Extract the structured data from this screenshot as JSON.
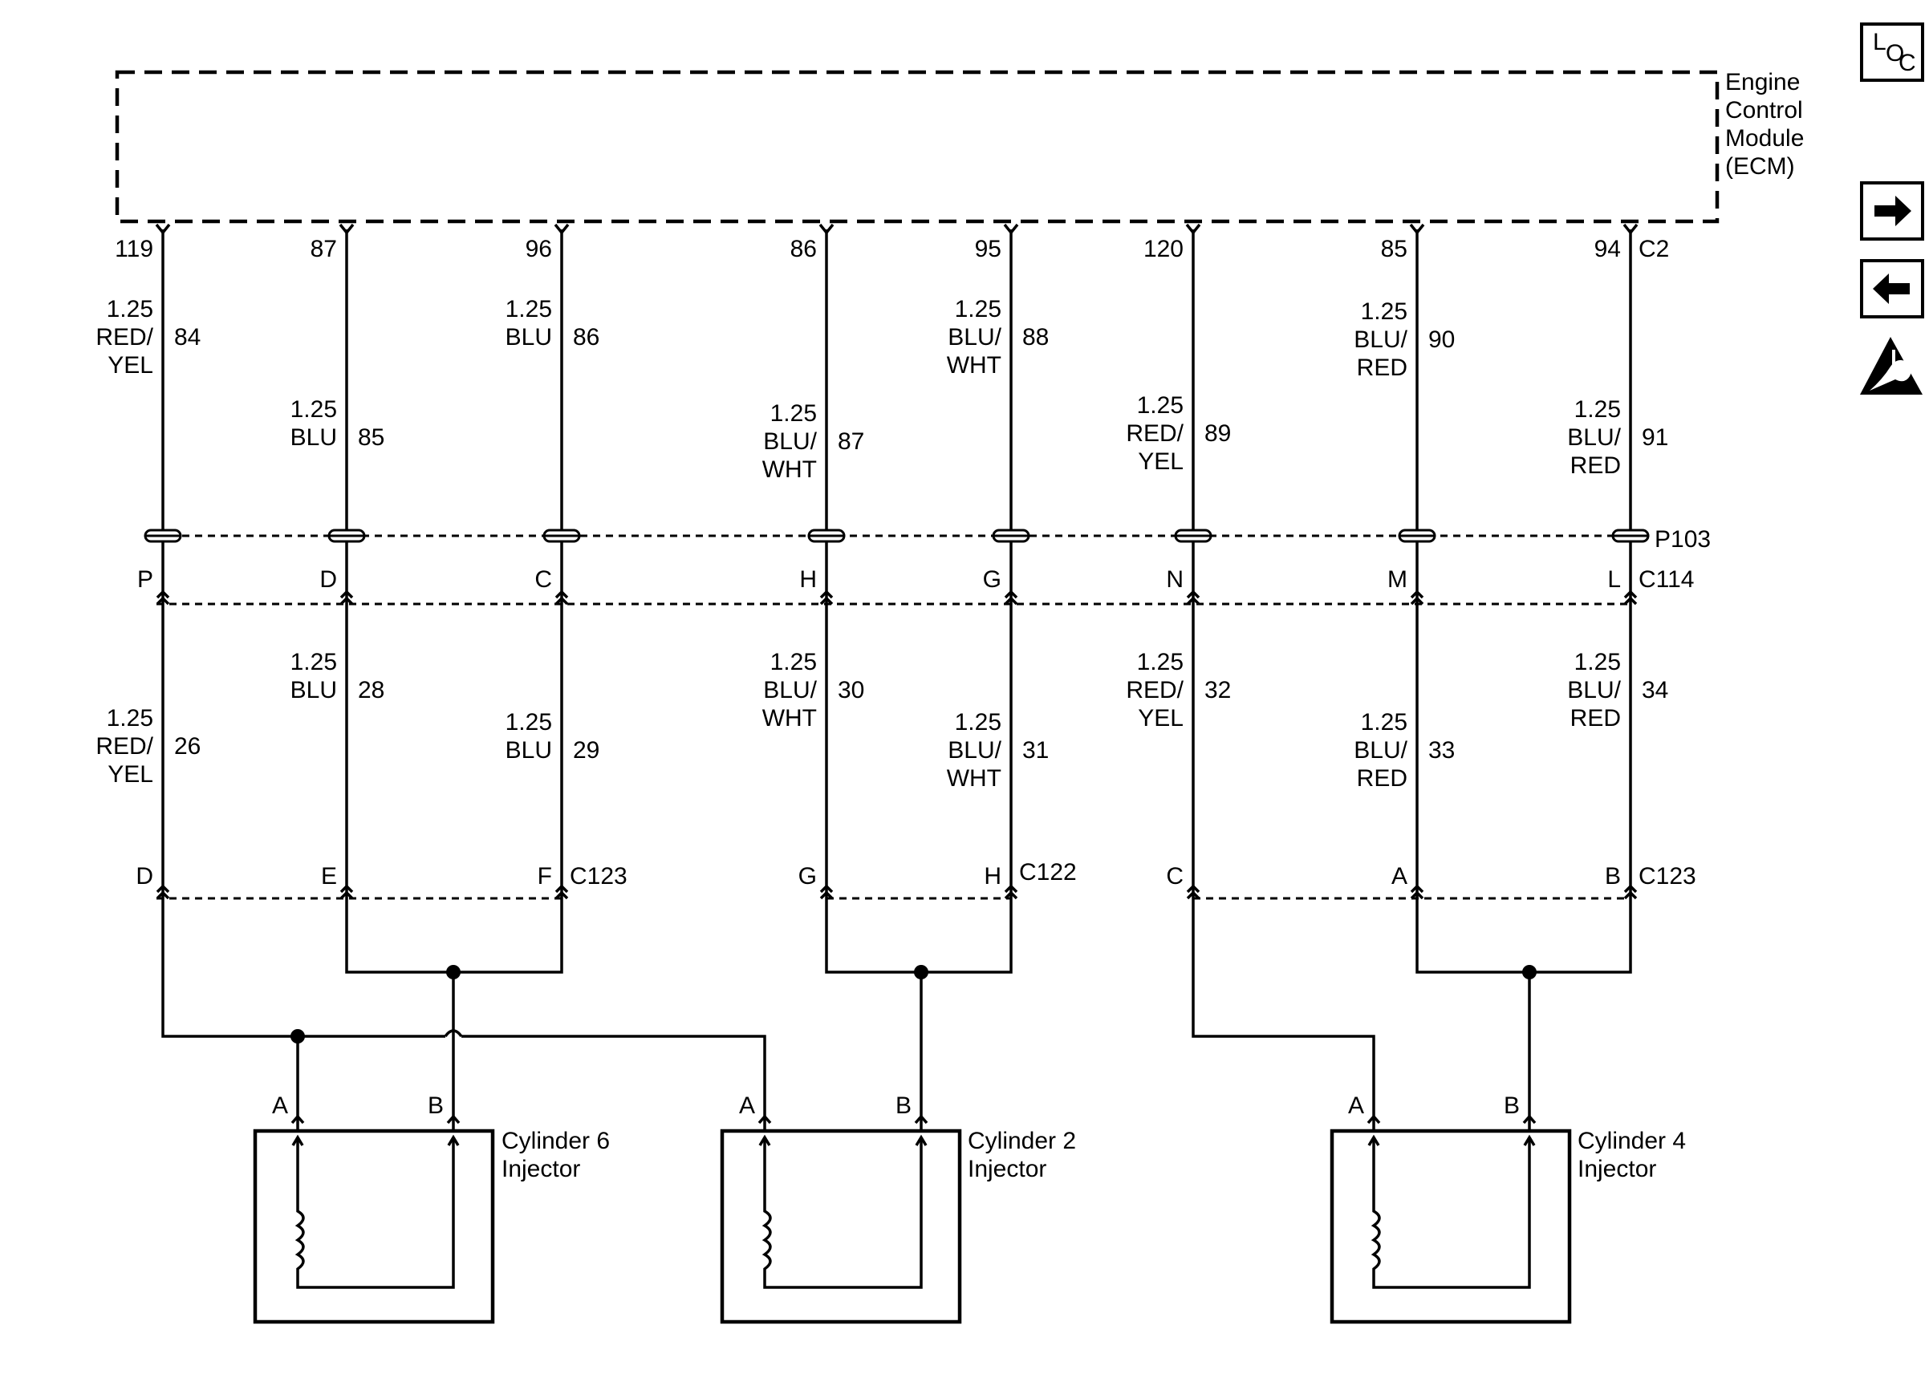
{
  "ecm": {
    "name_lines": [
      "Engine",
      "Control",
      "Module",
      "(ECM)"
    ],
    "connector": "C2"
  },
  "inline_connectors": {
    "p103": "P103",
    "c114": "C114",
    "c123_left": "C123",
    "c122": "C122",
    "c123_right": "C123"
  },
  "upper_wires": [
    {
      "pin": "119",
      "gauge": "1.25",
      "color": [
        "RED/",
        "YEL"
      ],
      "circuit": "84",
      "c114_pin": "P"
    },
    {
      "pin": "87",
      "gauge": "1.25",
      "color": [
        "BLU"
      ],
      "circuit": "85",
      "c114_pin": "D"
    },
    {
      "pin": "96",
      "gauge": "1.25",
      "color": [
        "BLU"
      ],
      "circuit": "86",
      "c114_pin": "C"
    },
    {
      "pin": "86",
      "gauge": "1.25",
      "color": [
        "BLU/",
        "WHT"
      ],
      "circuit": "87",
      "c114_pin": "H"
    },
    {
      "pin": "95",
      "gauge": "1.25",
      "color": [
        "BLU/",
        "WHT"
      ],
      "circuit": "88",
      "c114_pin": "G"
    },
    {
      "pin": "120",
      "gauge": "1.25",
      "color": [
        "RED/",
        "YEL"
      ],
      "circuit": "89",
      "c114_pin": "N"
    },
    {
      "pin": "85",
      "gauge": "1.25",
      "color": [
        "BLU/",
        "RED"
      ],
      "circuit": "90",
      "c114_pin": "M"
    },
    {
      "pin": "94",
      "gauge": "1.25",
      "color": [
        "BLU/",
        "RED"
      ],
      "circuit": "91",
      "c114_pin": "L"
    }
  ],
  "lower_wires": [
    {
      "gauge": "1.25",
      "color": [
        "RED/",
        "YEL"
      ],
      "circuit": "26",
      "conn_pin": "D"
    },
    {
      "gauge": "1.25",
      "color": [
        "BLU"
      ],
      "circuit": "28",
      "conn_pin": "E"
    },
    {
      "gauge": "1.25",
      "color": [
        "BLU"
      ],
      "circuit": "29",
      "conn_pin": "F"
    },
    {
      "gauge": "1.25",
      "color": [
        "BLU/",
        "WHT"
      ],
      "circuit": "30",
      "conn_pin": "G"
    },
    {
      "gauge": "1.25",
      "color": [
        "BLU/",
        "WHT"
      ],
      "circuit": "31",
      "conn_pin": "H"
    },
    {
      "gauge": "1.25",
      "color": [
        "RED/",
        "YEL"
      ],
      "circuit": "32",
      "conn_pin": "C"
    },
    {
      "gauge": "1.25",
      "color": [
        "BLU/",
        "RED"
      ],
      "circuit": "33",
      "conn_pin": "A"
    },
    {
      "gauge": "1.25",
      "color": [
        "BLU/",
        "RED"
      ],
      "circuit": "34",
      "conn_pin": "B"
    }
  ],
  "injectors": [
    {
      "name": [
        "Cylinder 6",
        "Injector"
      ],
      "pin_a": "A",
      "pin_b": "B"
    },
    {
      "name": [
        "Cylinder 2",
        "Injector"
      ],
      "pin_a": "A",
      "pin_b": "B"
    },
    {
      "name": [
        "Cylinder 4",
        "Injector"
      ],
      "pin_a": "A",
      "pin_b": "B"
    }
  ],
  "sidebar": {
    "loc_icon": {
      "l": "L",
      "o": "O",
      "c": "C"
    },
    "next_icon": "arrow-right-icon",
    "prev_icon": "arrow-left-icon",
    "esd_icon": "esd-warning-icon"
  }
}
